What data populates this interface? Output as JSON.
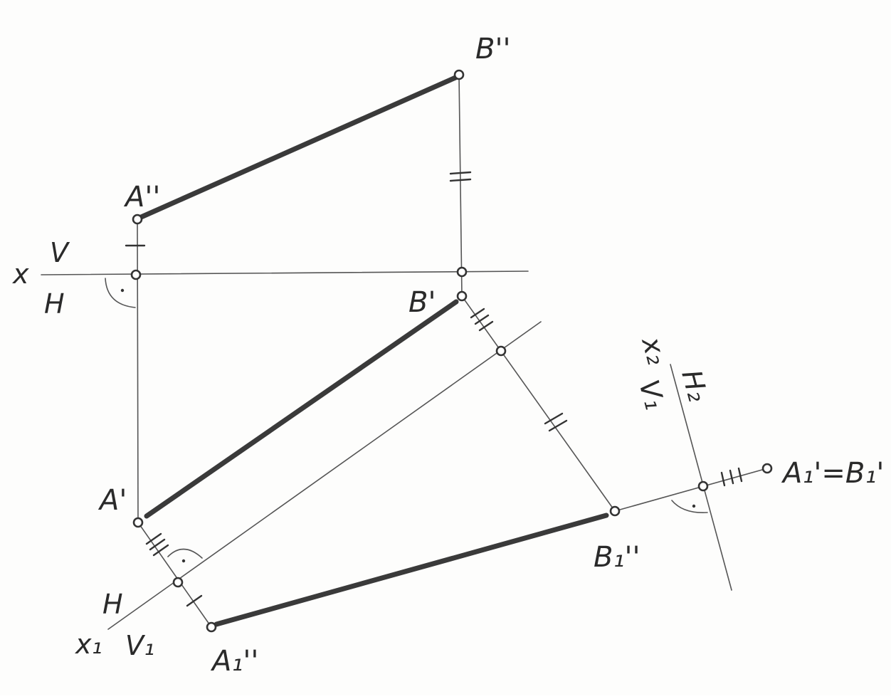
{
  "diagram": {
    "axis_x": {
      "name": "x",
      "upper": "V",
      "lower": "H"
    },
    "axis_x1": {
      "name": "x₁",
      "upper": "H",
      "lower": "V₁"
    },
    "axis_x2": {
      "name": "x₂",
      "upper": "V₁",
      "lower": "H₂"
    },
    "points": {
      "A_front": "A''",
      "B_front": "B''",
      "A_top": "A'",
      "B_top": "B'",
      "A1_front": "A₁''",
      "B1_front": "B₁''",
      "A1B1_top": "A₁'=B₁'"
    }
  }
}
